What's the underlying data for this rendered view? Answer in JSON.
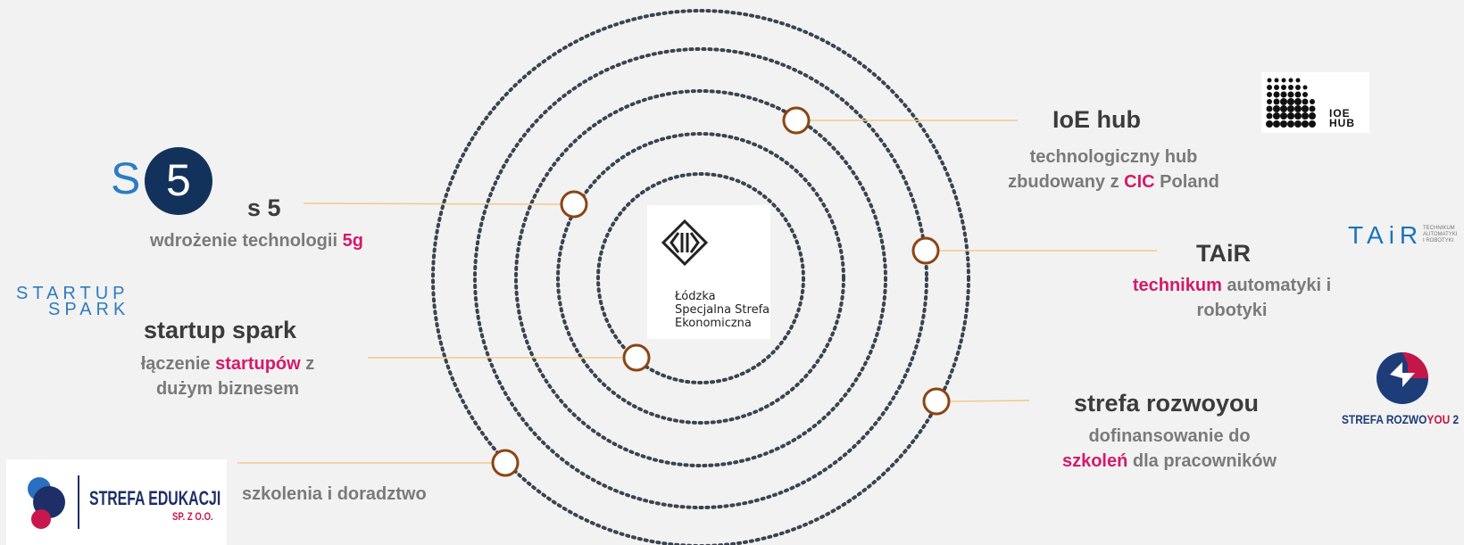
{
  "colors": {
    "background": "#f2f2f2",
    "title": "#3b3b3b",
    "description": "#7a7a7a",
    "highlight": "#d41a6a",
    "orbit": "#3a4350",
    "node": "#8b4513",
    "connector": "#f2c98a"
  },
  "center": {
    "icon": "lsse-diamond-icon",
    "lines": [
      "Łódzka",
      "Specjalna Strefa",
      "Ekonomiczna"
    ]
  },
  "ioe_hub": {
    "title": "IoE hub",
    "desc_line1": "technologiczny hub",
    "desc_pre": "zbudowany z ",
    "desc_hl": "CIC",
    "desc_post": " Poland",
    "logo_text": [
      "IOE",
      "HUB"
    ]
  },
  "tair": {
    "title": "TAiR",
    "desc_hl": "technikum",
    "desc_post": " automatyki i",
    "desc_line2": "robotyki",
    "logo_big": "TAiR",
    "logo_small": [
      "TECHNIKUM",
      "AUTOMATYKI",
      "I ROBOTYKI"
    ]
  },
  "rozwoyou": {
    "title": "strefa rozwoyou",
    "desc_line1": "dofinansowanie do",
    "desc_hl": "szkoleń",
    "desc_post": " dla pracowników",
    "logo_pre": "STREFA ",
    "logo_hl": "ROZWO",
    "logo_hl2": "YOU",
    "logo_post": " 2"
  },
  "s5": {
    "title": "s 5",
    "desc_pre": "wdrożenie technologii ",
    "desc_hl": "5g",
    "logo_s": "S",
    "logo_5": "5"
  },
  "startup_spark": {
    "title": "startup spark",
    "desc_pre": "łączenie ",
    "desc_hl": "startupów",
    "desc_post": " z",
    "desc_line2": "dużym biznesem",
    "logo_line1": "STARTUP",
    "logo_line2": "SPARK"
  },
  "edukacji": {
    "desc": "szkolenia i doradztwo",
    "logo_line1": "STREFA EDUKACJI",
    "logo_line2": "SP. Z O.O."
  }
}
